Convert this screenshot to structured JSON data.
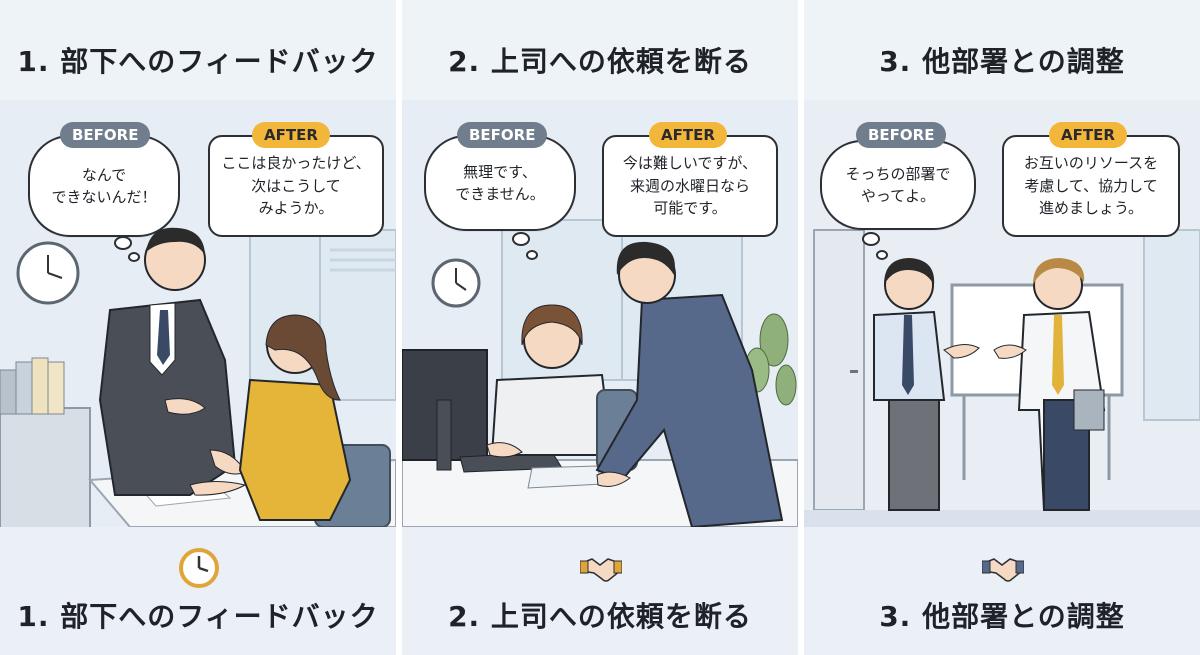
{
  "panels": [
    {
      "title": "1. 部下へのフィードバック",
      "before_label": "BEFORE",
      "after_label": "AFTER",
      "before_text": "なんで\nできないんだ！",
      "after_text": "ここは良かったけど、\n次はこうして\nみようか。",
      "bottom_title": "1. 部下へのフィードバック",
      "bottom_icon": "clock-icon"
    },
    {
      "title": "2. 上司への依頼を断る",
      "before_label": "BEFORE",
      "after_label": "AFTER",
      "before_text": "無理です、\nできません。",
      "after_text": "今は難しいですが、\n来週の水曜日なら\n可能です。",
      "bottom_title": "2. 上司への依頼を断る",
      "bottom_icon": "handshake-icon"
    },
    {
      "title": "3. 他部署との調整",
      "before_label": "BEFORE",
      "after_label": "AFTER",
      "before_text": "そっちの部署で\nやってよ。",
      "after_text": "お互いのリソースを\n考慮して、協力して\n進めましょう。",
      "bottom_title": "3. 他部署との調整",
      "bottom_icon": "handshake-icon"
    }
  ],
  "colors": {
    "before_badge": "#6f7d8c",
    "after_badge": "#f2b73a",
    "background": "#eef3f8",
    "suit_dark": "#4a4f57",
    "suit_blue": "#56698a",
    "cardigan_yellow": "#e5b53a"
  }
}
